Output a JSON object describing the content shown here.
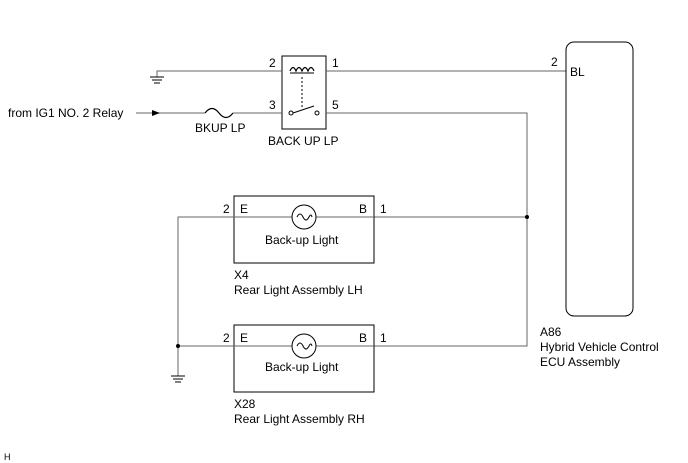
{
  "source_label": "from IG1 NO. 2 Relay",
  "fuse": {
    "label": "BKUP LP"
  },
  "relay": {
    "label": "BACK UP LP",
    "pins": [
      "2",
      "1",
      "3",
      "5"
    ]
  },
  "ecu": {
    "connector": "A86",
    "name_line1": "Hybrid Vehicle Control",
    "name_line2": "ECU Assembly",
    "pin": "2",
    "terminal": "BL"
  },
  "lh": {
    "connector": "X4",
    "name": "Rear Light Assembly LH",
    "bulb_label": "Back-up Light",
    "term_e": "E",
    "term_b": "B",
    "pin_e": "2",
    "pin_b": "1"
  },
  "rh": {
    "connector": "X28",
    "name": "Rear Light Assembly RH",
    "bulb_label": "Back-up Light",
    "term_e": "E",
    "term_b": "B",
    "pin_e": "2",
    "pin_b": "1"
  },
  "corner_mark": "H"
}
